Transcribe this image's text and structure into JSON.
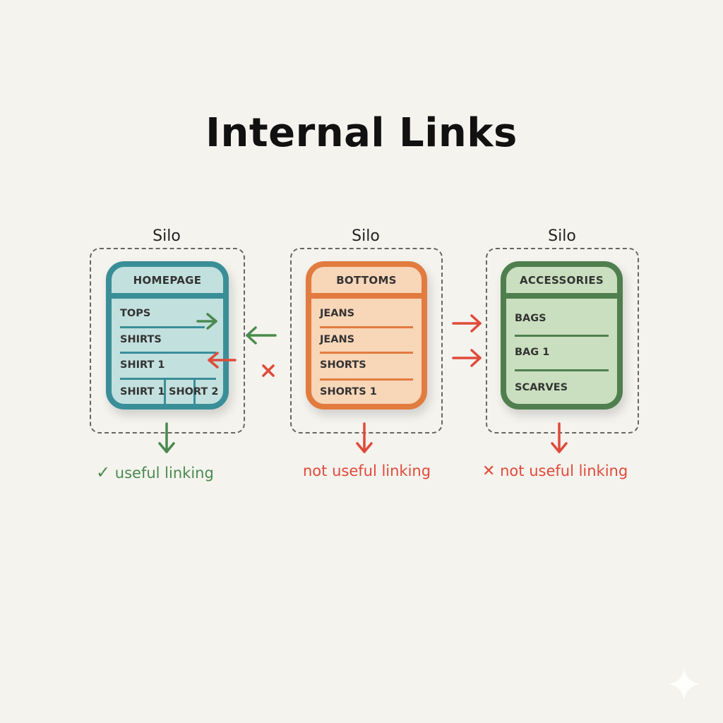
{
  "title": "Internal Links",
  "colors": {
    "background": "#f4f3ee",
    "teal": "#3a8e98",
    "teal_fill": "#c2e0de",
    "orange": "#e27b3f",
    "orange_fill": "#f8d6b8",
    "green": "#4f7f4e",
    "green_fill": "#cadfbf",
    "link_green": "#4a8a4d",
    "link_red": "#e04a3a"
  },
  "silos": [
    {
      "label": "Silo",
      "card_title": "HOMEPAGE",
      "rows": [
        "TOPS",
        "SHIRTS",
        "SHIRT 1"
      ],
      "split_row": [
        "SHIRT 1",
        "SHORT 2"
      ],
      "result": {
        "icon": "check",
        "text": "useful linking",
        "color": "#4a8a4d"
      }
    },
    {
      "label": "Silo",
      "card_title": "BOTTOMS",
      "rows": [
        "JEANS",
        "JEANS",
        "SHORTS",
        "SHORTS 1"
      ],
      "result": {
        "icon": "none",
        "text": "not useful linking",
        "color": "#e04a3a"
      }
    },
    {
      "label": "Silo",
      "card_title": "ACCESSORIES",
      "rows": [
        "BAGS",
        "BAG 1",
        "SCARVES"
      ],
      "result": {
        "icon": "cross",
        "text": "not useful linking",
        "color": "#e04a3a"
      }
    }
  ],
  "markers": {
    "check": "✓",
    "cross": "✕"
  }
}
